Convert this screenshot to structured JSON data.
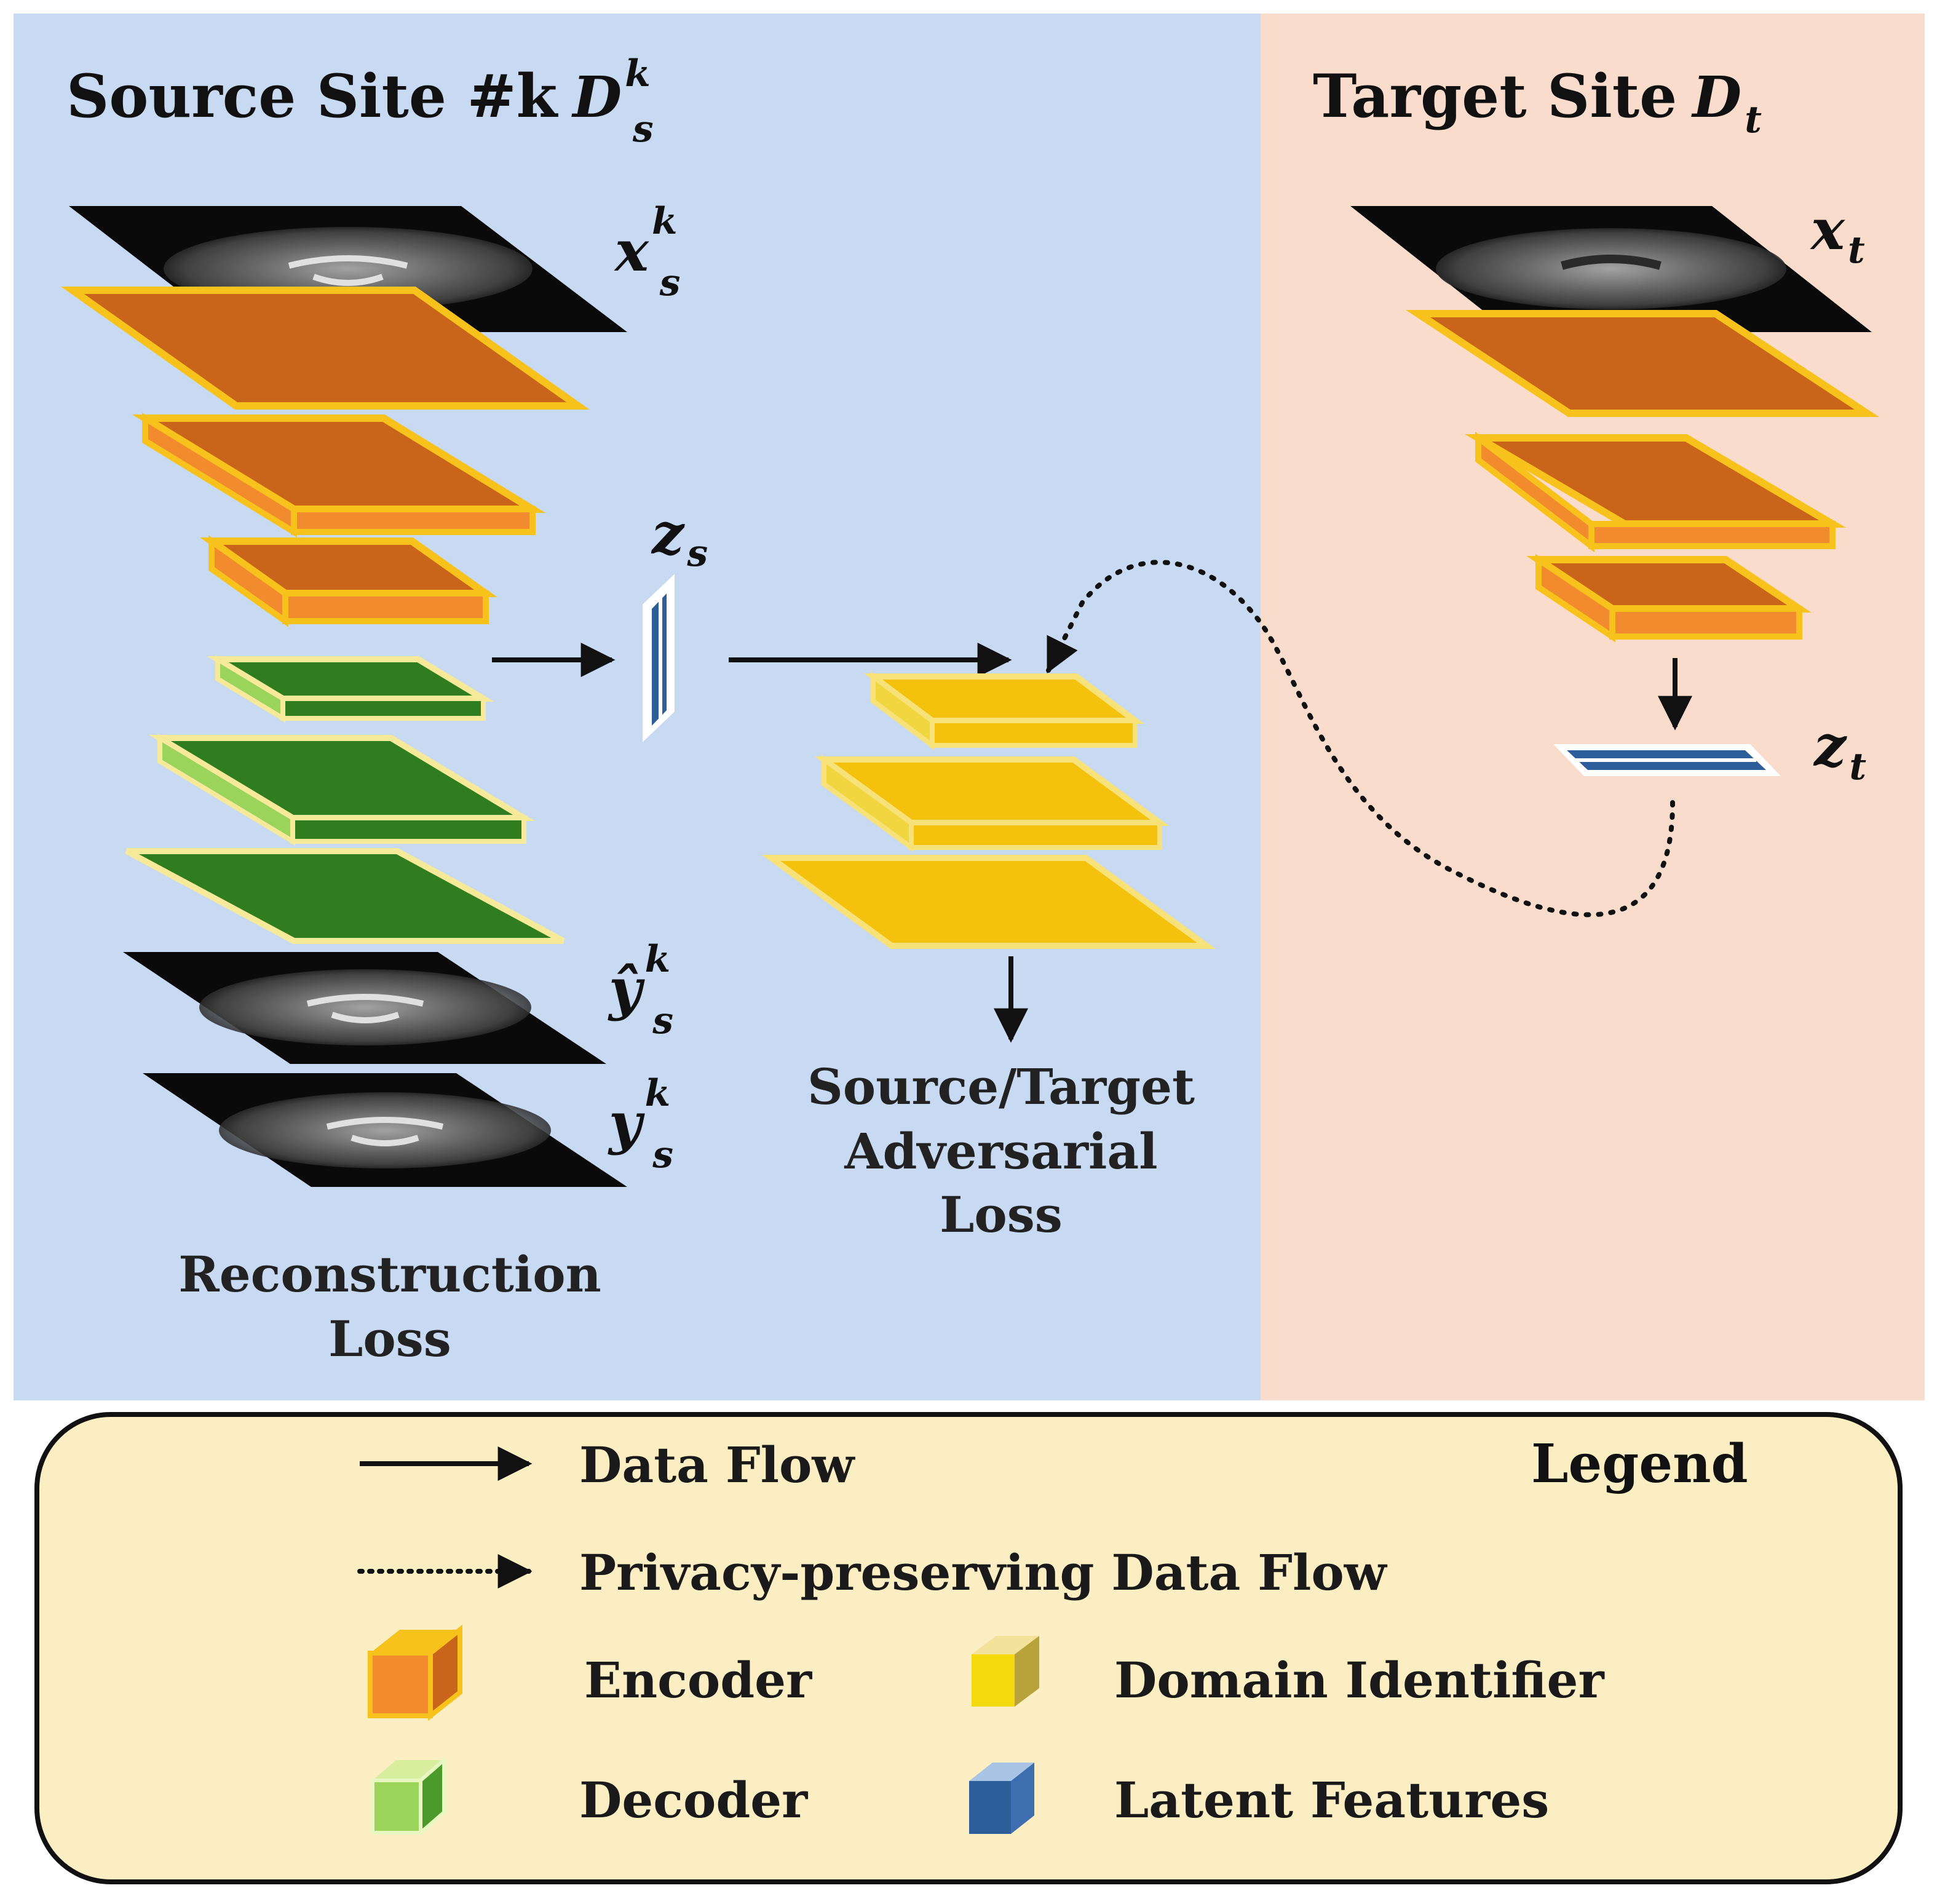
{
  "source_site": {
    "title_text": "Source Site #k",
    "title_symbol": "D",
    "title_sub": "s",
    "title_sup": "k",
    "x_symbol": "x",
    "x_sub": "s",
    "x_sup": "k",
    "z_symbol": "z",
    "z_sub": "s",
    "yhat_symbol": "ŷ",
    "yhat_sub": "s",
    "yhat_sup": "k",
    "y_symbol": "y",
    "y_sub": "s",
    "y_sup": "k",
    "reconstruction_loss": [
      "Reconstruction",
      "Loss"
    ]
  },
  "target_site": {
    "title_text": "Target Site",
    "title_symbol": "D",
    "title_sub": "t",
    "x_symbol": "x",
    "x_sub": "t",
    "z_symbol": "z",
    "z_sub": "t"
  },
  "adversarial_loss": [
    "Source/Target",
    "Adversarial",
    "Loss"
  ],
  "legend": {
    "title": "Legend",
    "data_flow": "Data Flow",
    "privacy_flow": "Privacy-preserving Data Flow",
    "encoder": "Encoder",
    "decoder": "Decoder",
    "domain_identifier": "Domain Identifier",
    "latent_features": "Latent Features"
  },
  "colors": {
    "source_bg": "#c7daf2",
    "target_bg": "#f9dccc",
    "legend_bg": "#fbeec2",
    "encoder_top": "#c8651a",
    "encoder_front": "#f28a2e",
    "encoder_edge": "#f7c21c",
    "decoder_top": "#2f7d1e",
    "decoder_front": "#9ad45a",
    "domain_top": "#f4c20d",
    "latent": "#2e5e9a"
  }
}
